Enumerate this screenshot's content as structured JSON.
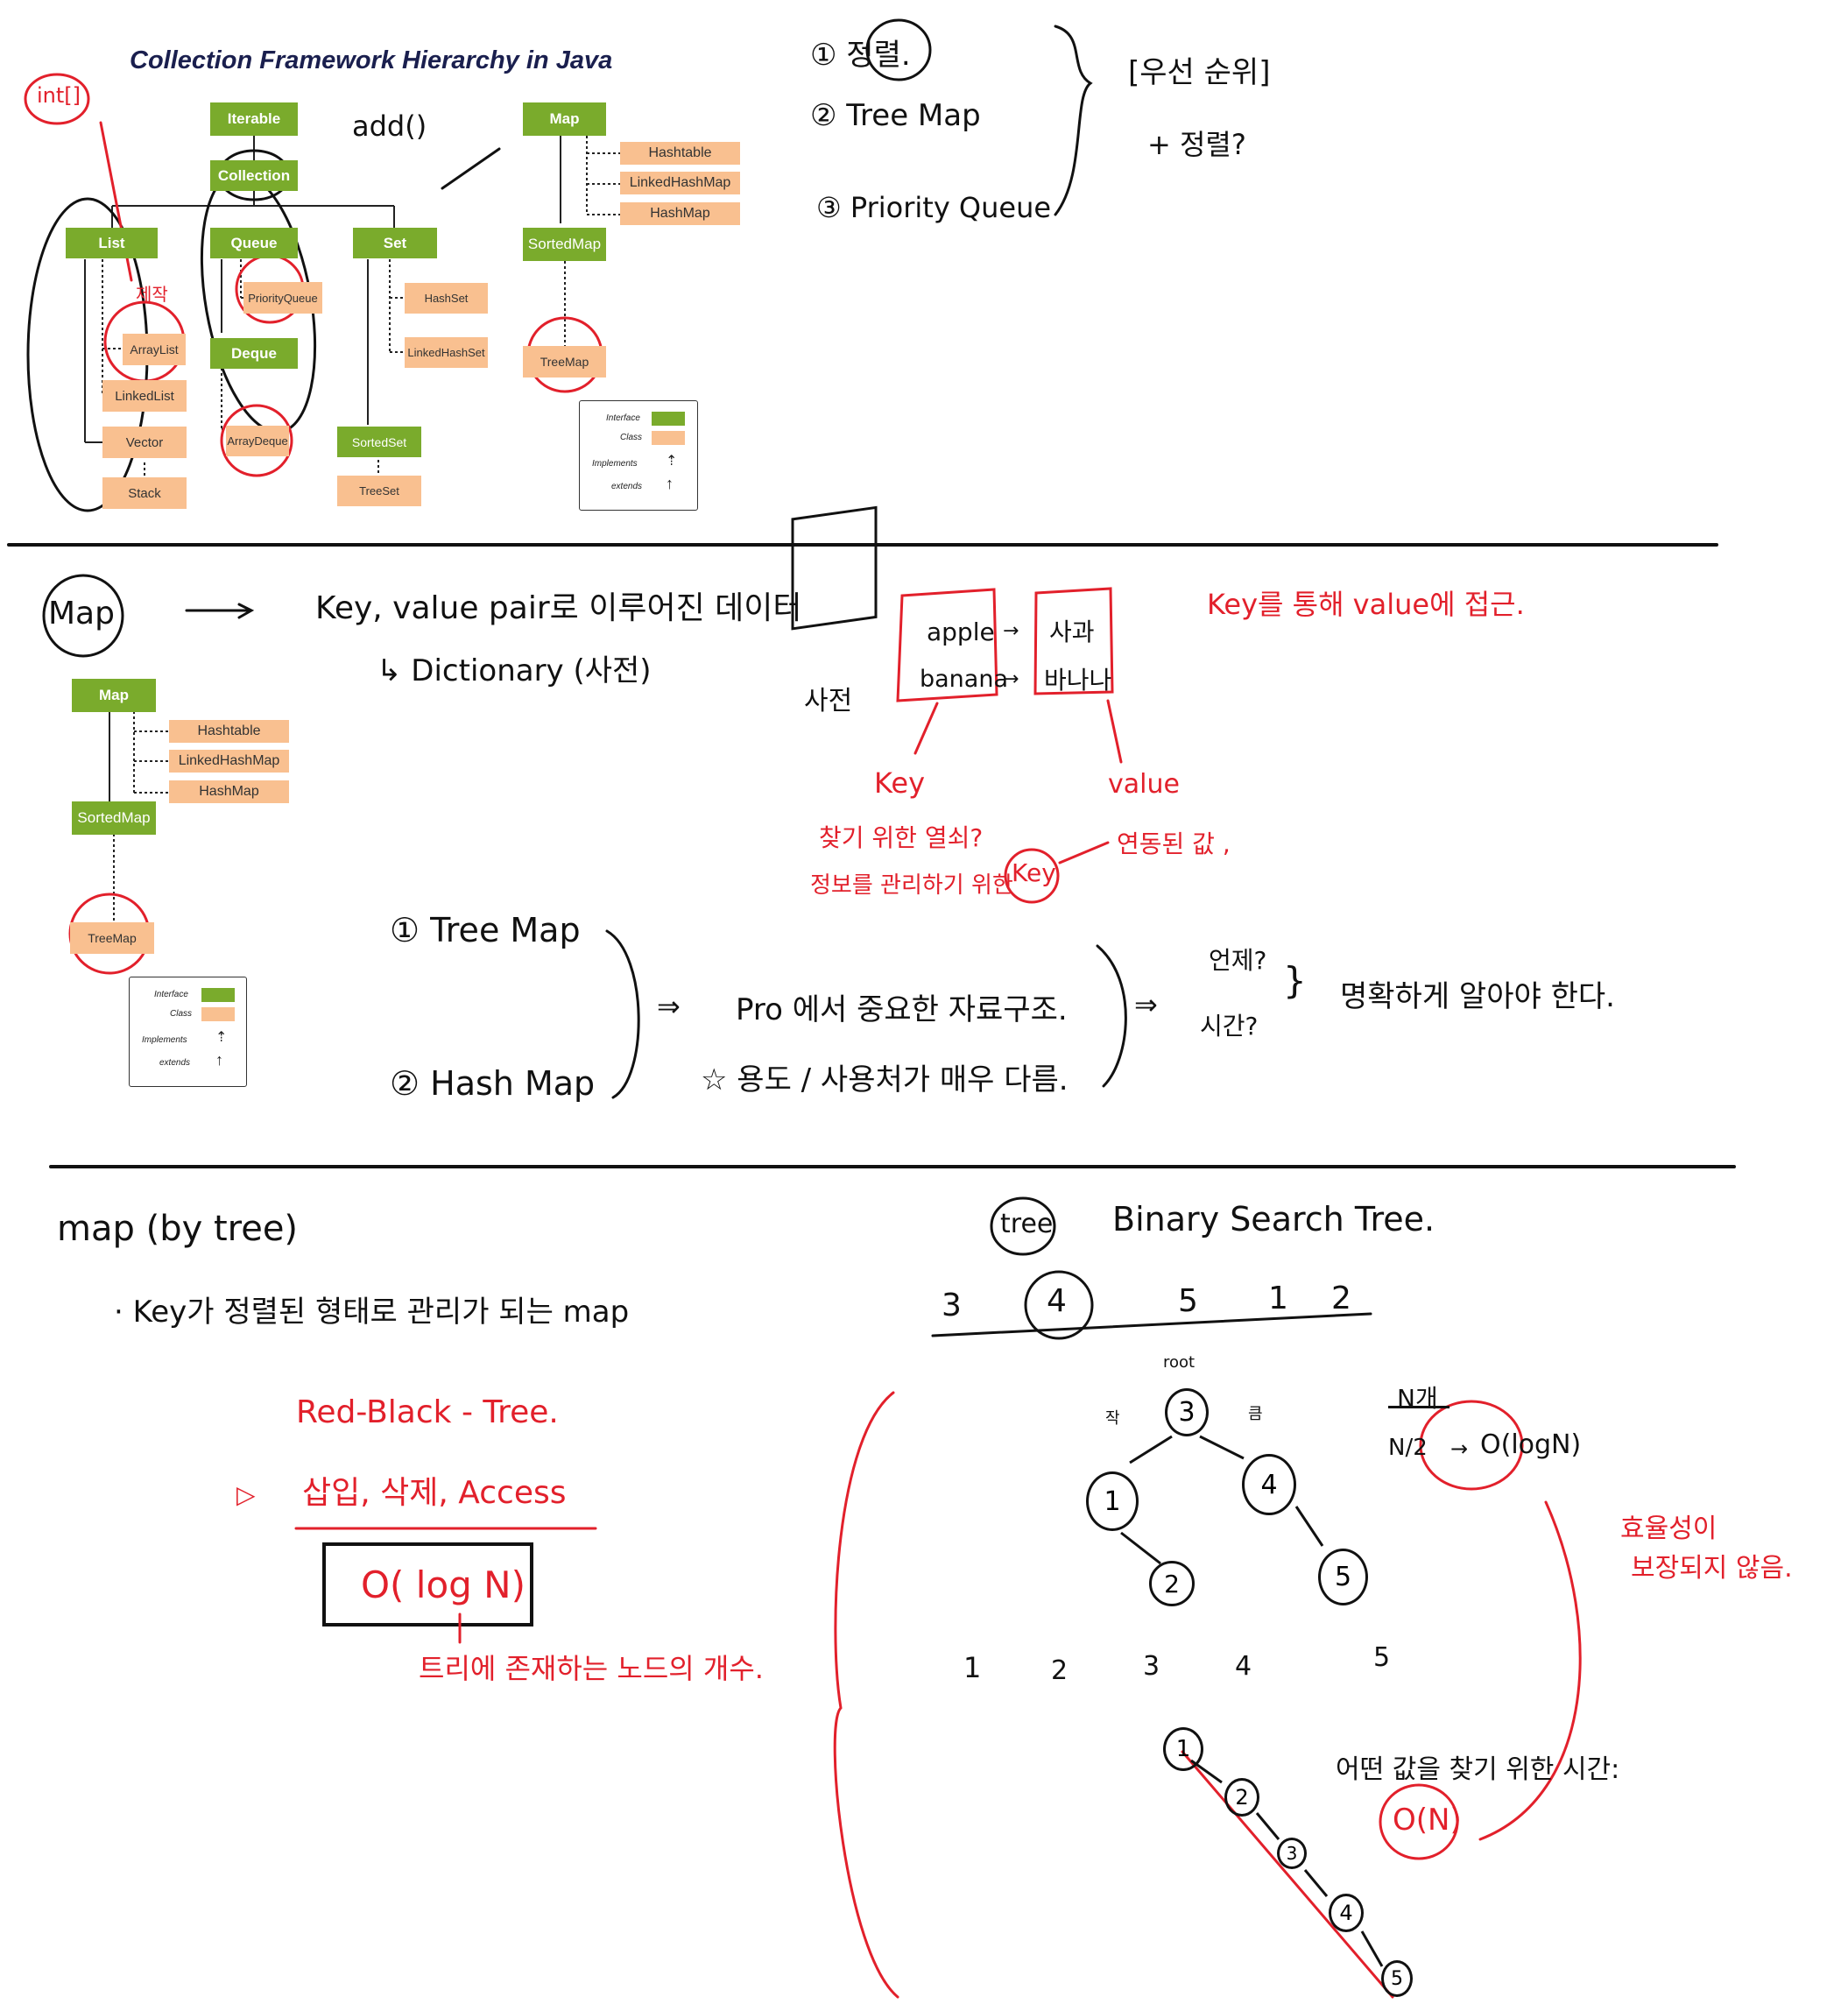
{
  "hierarchy": {
    "title": "Collection Framework Hierarchy in Java",
    "interfaces": {
      "iterable": "Iterable",
      "collection": "Collection",
      "list": "List",
      "queue": "Queue",
      "set": "Set",
      "deque": "Deque",
      "sorted_set": "SortedSet",
      "map": "Map",
      "sorted_map": "SortedMap"
    },
    "classes": {
      "array_list": "ArrayList",
      "linked_list": "LinkedList",
      "vector": "Vector",
      "stack": "Stack",
      "priority_queue": "PriorityQueue",
      "array_deque": "ArrayDeque",
      "hash_set": "HashSet",
      "linked_hash_set": "LinkedHashSet",
      "tree_set": "TreeSet",
      "hashtable": "Hashtable",
      "linked_hash_map": "LinkedHashMap",
      "hash_map": "HashMap",
      "tree_map": "TreeMap"
    },
    "legend": {
      "interface": "Interface",
      "class": "Class",
      "implements": "Implements",
      "extends": "extends"
    },
    "colors": {
      "interface": "#7aab2c",
      "class": "#f9c090",
      "title": "#1a1f4e"
    }
  },
  "notes_top": {
    "int_array": "int[]",
    "add": "add()",
    "jeryo": "제작",
    "item1": "① 정렬.",
    "item2": "② Tree Map",
    "item3": "③ Priority Queue",
    "bracket_title": "[우선 순위]",
    "bracket_plus": "+ 정렬?"
  },
  "section2": {
    "map_circle": "Map",
    "arrow": "→",
    "definition": "Key, value pair로 이루어진 데이터",
    "dictionary": "↳ Dictionary (사전)",
    "book_label": "사전",
    "key1": "apple",
    "key2": "banana",
    "val1": "사과",
    "val2": "바나나",
    "access_note": "Key를 통해 value에 접근.",
    "key_label": "Key",
    "value_label": "value",
    "key_desc1": "찾기 위한 열쇠?",
    "key_desc2": "정보를 관리하기 위한",
    "key_circle": "Key",
    "value_desc": "연동된 값 ,",
    "mini_map": {
      "map": "Map",
      "sorted_map": "SortedMap",
      "hashtable": "Hashtable",
      "linked_hash_map": "LinkedHashMap",
      "hash_map": "HashMap",
      "tree_map": "TreeMap"
    },
    "list_item1": "① Tree Map",
    "list_item2": "② Hash Map",
    "implies1": "⇒",
    "pro_note": "Pro 에서 중요한 자료구조.",
    "usage_note": "☆ 용도 / 사용처가 매우 다름.",
    "implies2": "⇒",
    "when": "언제?",
    "time": "시간?",
    "must_know": "명확하게 알아야 한다."
  },
  "section3": {
    "heading": "map (by tree)",
    "sub_note": "· Key가 정렬된 형태로 관리가 되는 map",
    "rb_tree": "Red-Black - Tree.",
    "ops": "삽입, 삭제, Access",
    "bullet": "▷",
    "complexity": "O( log N)",
    "complexity_note": "트리에 존재하는 노드의 개수.",
    "tree_circle": "tree",
    "bst_title": "Binary Search Tree.",
    "sequence": [
      "3",
      "4",
      "5",
      "1",
      "2"
    ],
    "root_label": "root",
    "small_label": "작",
    "big_label": "큼",
    "n_count": "N개",
    "half": "N/2",
    "ologn": "O(logN)",
    "efficiency_note1": "효율성이",
    "efficiency_note2": "보장되지 않음.",
    "sorted_row": [
      "1",
      "2",
      "3",
      "4",
      "5"
    ],
    "find_time": "어떤 값을 찾기 위한 시간:",
    "on": "O(N)"
  },
  "tree_nodes": {
    "root": "3",
    "left": "1",
    "left_right": "2",
    "right": "4",
    "right_right": "5"
  },
  "chain_nodes": [
    "1",
    "2",
    "3",
    "4",
    "5"
  ]
}
